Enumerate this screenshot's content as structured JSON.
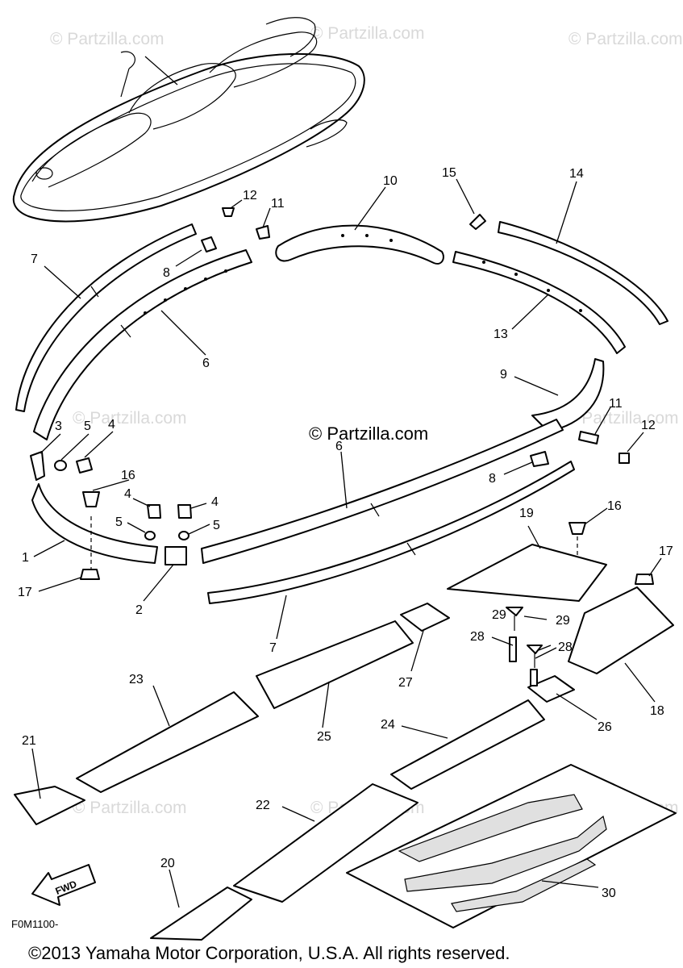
{
  "watermark": {
    "text": "© Partzilla.com",
    "faint_color": "#d9d9d9"
  },
  "diagram_code": "F0M1100-",
  "fwd_label": "FWD",
  "copyright": "©2013 Yamaha Motor Corporation, U.S.A. All rights reserved.",
  "callouts": {
    "c1": "1",
    "c2": "2",
    "c3": "3",
    "c4a": "4",
    "c4b": "4",
    "c4c": "4",
    "c5a": "5",
    "c5b": "5",
    "c5c": "5",
    "c6a": "6",
    "c6b": "6",
    "c7a": "7",
    "c7b": "7",
    "c8a": "8",
    "c8b": "8",
    "c9": "9",
    "c10": "10",
    "c11a": "11",
    "c11b": "11",
    "c12a": "12",
    "c12b": "12",
    "c13": "13",
    "c14": "14",
    "c15": "15",
    "c16a": "16",
    "c16b": "16",
    "c17a": "17",
    "c17b": "17",
    "c18": "18",
    "c19": "19",
    "c20": "20",
    "c21": "21",
    "c22": "22",
    "c23": "23",
    "c24": "24",
    "c25": "25",
    "c26": "26",
    "c27": "27",
    "c28a": "28",
    "c28b": "28",
    "c29a": "29",
    "c29b": "29",
    "c30": "30"
  }
}
